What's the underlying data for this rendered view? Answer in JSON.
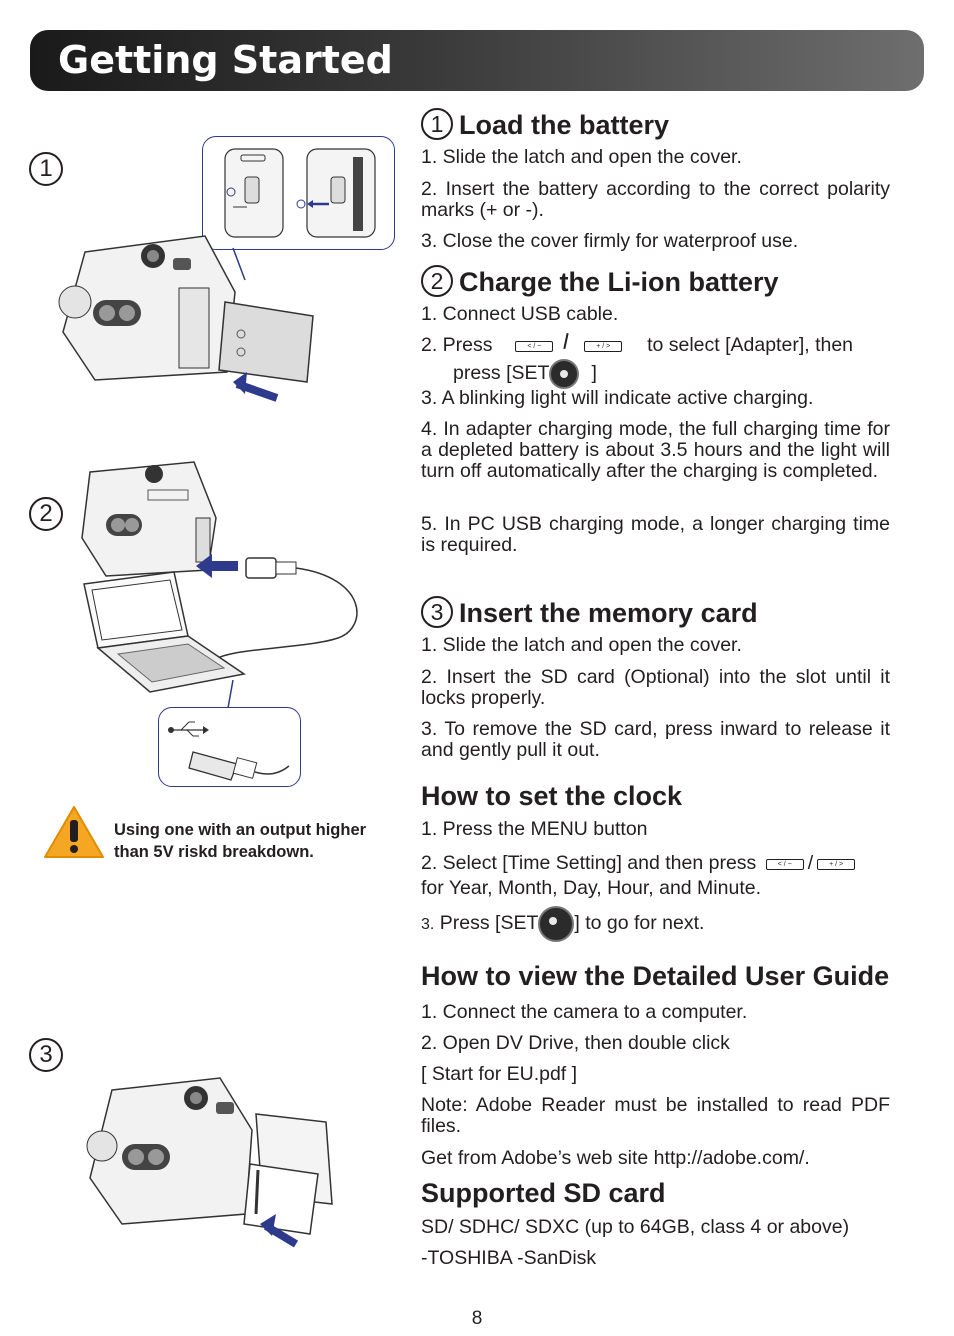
{
  "header": {
    "title": "Getting Started"
  },
  "left": {
    "step_markers": [
      "1",
      "2",
      "3"
    ],
    "warning_text": "Using one with an output higher than 5V riskd breakdown.",
    "warning_icon": "warning-triangle-icon"
  },
  "sections": {
    "load": {
      "number": "1",
      "title": "Load the battery",
      "items": [
        "1.  Slide the latch and open the cover.",
        "2.  Insert the battery according to the correct polarity marks (+ or -).",
        "3.  Close the cover firmly for waterproof use."
      ]
    },
    "charge": {
      "number": "2",
      "title": "Charge the Li-ion battery",
      "item1": "1.  Connect USB cable.",
      "item2_a": "2.  Press",
      "item2_b": "to  select  [Adapter],  then",
      "item2_c": "press [SET",
      "item2_d": "]",
      "item3": "3. A blinking light will indicate active charging.",
      "item4": "4.  In adapter charging mode, the full charging time for a depleted battery is about 3.5 hours and the light will turn off automatically after the charging is completed.",
      "item5": "5. In PC USB charging mode, a longer charging time is required."
    },
    "card": {
      "number": "3",
      "title": "Insert the memory card",
      "items": [
        "1. Slide the latch and open the cover.",
        "2. Insert the SD card (Optional) into the slot until it locks properly.",
        "3. To remove the SD card, press inward to release it and gently pull it out."
      ]
    },
    "clock": {
      "title": "How to set the clock",
      "item1": "1. Press the MENU button",
      "item2_a": "2. Select [Time Setting] and then press",
      "item2_sep": "/",
      "item2_b": "for Year, Month, Day, Hour, and Minute.",
      "item3_num": "3.",
      "item3_a": "Press [SET",
      "item3_b": "] to go for next."
    },
    "guide": {
      "title": "How to view the Detailed User Guide",
      "items": [
        "1. Connect the camera to a computer.",
        "2. Open DV Drive, then double click",
        "[ Start for EU.pdf ]",
        "Note:  Adobe  Reader  must  be  installed  to  read PDF files.",
        "Get from Adobe’s web site http://adobe.com/."
      ]
    },
    "sd": {
      "title": "Supported SD card",
      "items": [
        "SD/ SDHC/ SDXC (up to 64GB, class 4 or above)",
        "-TOSHIBA  -SanDisk"
      ]
    }
  },
  "icons": {
    "left_button": "< / −",
    "right_button": "+ / >",
    "set_label": "SET"
  },
  "page_number": "8",
  "colors": {
    "arrow": "#2e3a8c",
    "banner": "#2a2a2a",
    "warning": "#f5a623"
  }
}
